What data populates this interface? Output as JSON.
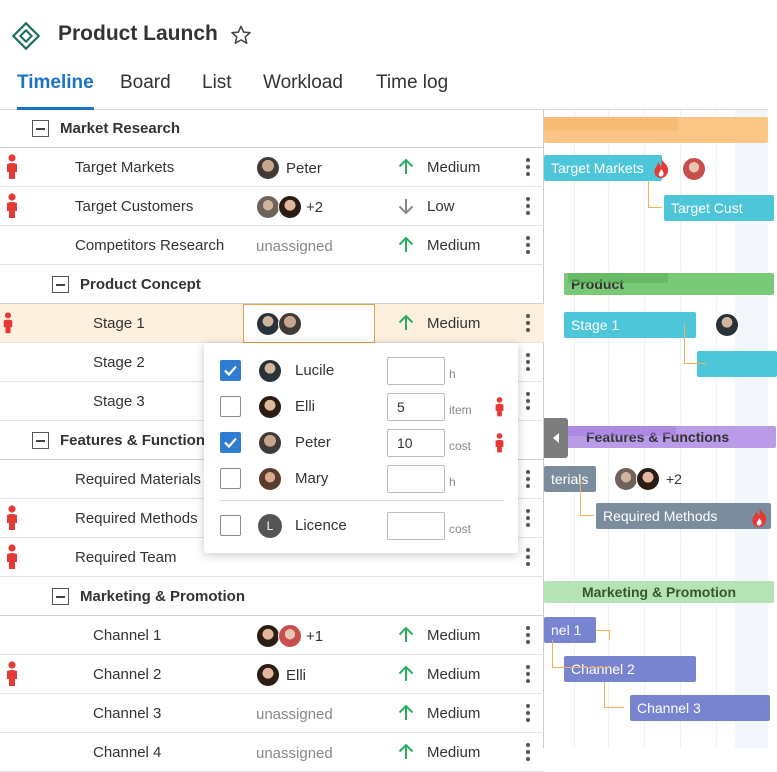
{
  "project": {
    "title": "Product Launch"
  },
  "tabs": [
    {
      "label": "Timeline",
      "active": true
    },
    {
      "label": "Board",
      "active": false
    },
    {
      "label": "List",
      "active": false
    },
    {
      "label": "Workload",
      "active": false
    },
    {
      "label": "Time log",
      "active": false
    }
  ],
  "colors": {
    "accent": "#1a73c9",
    "priority_up": "#27ae60",
    "priority_down": "#888888",
    "person_icon": "#e53935",
    "selected_row": "#fdf0df",
    "bar_orange": "#f9c685",
    "bar_teal": "#4ec6d9",
    "bar_green": "#79c979",
    "bar_purple": "#b99be8",
    "bar_gray": "#7b8d9c",
    "bar_mint": "#b6e3b4",
    "bar_indigo": "#7884cf"
  },
  "rows": [
    {
      "name": "Market Research",
      "group": true,
      "level": 0
    },
    {
      "name": "Target Markets",
      "level": 1,
      "person": true,
      "avatars": [
        "peter"
      ],
      "assignee_text": "Peter",
      "priority": "Medium",
      "dir": "up"
    },
    {
      "name": "Target Customers",
      "level": 1,
      "person": true,
      "avatars": [
        "glasses",
        "elli"
      ],
      "more": "+2",
      "priority": "Low",
      "dir": "down"
    },
    {
      "name": "Competitors Research",
      "level": 1,
      "unassigned": "unassigned",
      "priority": "Medium",
      "dir": "up"
    },
    {
      "name": "Product Concept",
      "group": true,
      "level": 1
    },
    {
      "name": "Stage 1",
      "level": 2,
      "person": true,
      "selected": true,
      "avatars": [
        "lucile",
        "peter"
      ],
      "priority": "Medium",
      "dir": "up"
    },
    {
      "name": "Stage 2",
      "level": 2
    },
    {
      "name": "Stage 3",
      "level": 2
    },
    {
      "name": "Features & Functions",
      "group": true,
      "level": 0
    },
    {
      "name": "Required Materials",
      "level": 1
    },
    {
      "name": "Required Methods",
      "level": 1,
      "person": true
    },
    {
      "name": "Required Team",
      "level": 1,
      "person": true
    },
    {
      "name": "Marketing & Promotion",
      "group": true,
      "level": 1
    },
    {
      "name": "Channel 1",
      "level": 2,
      "avatars": [
        "elli",
        "red"
      ],
      "more": "+1",
      "priority": "Medium",
      "dir": "up"
    },
    {
      "name": "Channel 2",
      "level": 2,
      "person": true,
      "avatars": [
        "elli"
      ],
      "assignee_text": "Elli",
      "priority": "Medium",
      "dir": "up"
    },
    {
      "name": "Channel 3",
      "level": 2,
      "unassigned": "unassigned",
      "priority": "Medium",
      "dir": "up"
    },
    {
      "name": "Channel 4",
      "level": 2,
      "unassigned": "unassigned",
      "priority": "Medium",
      "dir": "up"
    }
  ],
  "assign_popup": {
    "people": [
      {
        "name": "Lucile",
        "checked": true,
        "value": "",
        "unit": "h",
        "avatar": "lucile"
      },
      {
        "name": "Elli",
        "checked": false,
        "value": "5",
        "unit": "item",
        "avatar": "elli",
        "person": true
      },
      {
        "name": "Peter",
        "checked": true,
        "value": "10",
        "unit": "cost",
        "avatar": "peter",
        "person": true
      },
      {
        "name": "Mary",
        "checked": false,
        "value": "",
        "unit": "h",
        "avatar": "mary"
      }
    ],
    "resource": {
      "name": "Licence",
      "initial": "L",
      "checked": false,
      "value": "",
      "unit": "cost"
    }
  },
  "gantt": {
    "bars": [
      {
        "label": "",
        "color": "#f9c685"
      },
      {
        "label": "Target Markets",
        "color": "#4ec6d9"
      },
      {
        "label": "Target Cust",
        "color": "#4ec6d9"
      },
      {
        "label": "Product",
        "color": "#79c979"
      },
      {
        "label": "Stage 1",
        "color": "#4ec6d9"
      },
      {
        "label": "",
        "color": "#4ec6d9"
      },
      {
        "label": "Features & Functions",
        "color": "#b99be8"
      },
      {
        "label": "terials",
        "color": "#7b8d9c"
      },
      {
        "label": "Required Methods",
        "color": "#7b8d9c"
      },
      {
        "label": "Marketing & Promotion",
        "color": "#b6e3b4"
      },
      {
        "label": "nel 1",
        "color": "#7884cf"
      },
      {
        "label": "Channel 2",
        "color": "#7884cf"
      },
      {
        "label": "Channel 3",
        "color": "#7884cf"
      }
    ],
    "materials_more": "+2"
  }
}
